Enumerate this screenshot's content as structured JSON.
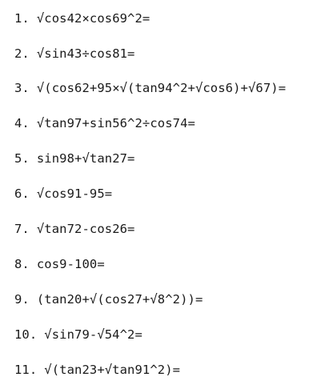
{
  "problems": [
    {
      "number": "1.",
      "expression": "√cos42×cos69^2="
    },
    {
      "number": "2.",
      "expression": "√sin43÷cos81="
    },
    {
      "number": "3.",
      "expression": "√(cos62+95×√(tan94^2+√cos6)+√67)="
    },
    {
      "number": "4.",
      "expression": "√tan97+sin56^2÷cos74="
    },
    {
      "number": "5.",
      "expression": "sin98+√tan27="
    },
    {
      "number": "6.",
      "expression": "√cos91-95="
    },
    {
      "number": "7.",
      "expression": "√tan72-cos26="
    },
    {
      "number": "8.",
      "expression": "cos9-100="
    },
    {
      "number": "9.",
      "expression": "(tan20+√(cos27+√8^2))="
    },
    {
      "number": "10.",
      "expression": "√sin79-√54^2="
    },
    {
      "number": "11.",
      "expression": "√(tan23+√tan91^2)="
    }
  ]
}
